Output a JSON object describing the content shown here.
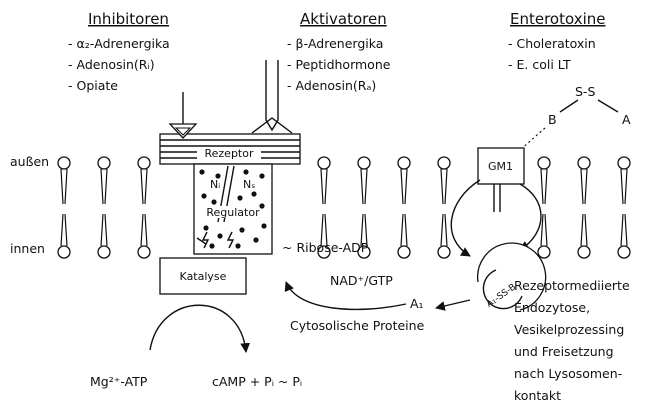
{
  "headers": {
    "inhibitors": "Inhibitoren",
    "activators": "Aktivatoren",
    "enterotoxins": "Enterotoxine"
  },
  "inhibitors": [
    "- α₂-Adrenergika",
    "- Adenosin(Rᵢ)",
    "- Opiate"
  ],
  "activators": [
    "- β-Adrenergika",
    "- Peptidhormone",
    "- Adenosin(Rₐ)"
  ],
  "enterotoxins": [
    "- Choleratoxin",
    "- E. coli LT"
  ],
  "toxin_structure": {
    "disulfide": "S-S",
    "chain_b": "B",
    "chain_a": "A"
  },
  "receptor_label": "Rezeptor",
  "regulator_label": "Regulator",
  "ni_label": "Nᵢ",
  "ns_label": "Nₛ",
  "catalysis_label": "Katalyse",
  "gm1_label": "GM1",
  "side_labels": {
    "outside": "außen",
    "inside": "innen"
  },
  "ribose_adp": "~ Ribose-ADP",
  "nad_gtp": "NAD⁺/GTP",
  "a1_label": "A₁",
  "cytosolic_proteins": "Cytosolische Proteine",
  "vesicle_label": "A₁-SS-B",
  "process_text": [
    "Rezeptormediierte",
    "Endozytose,",
    "Vesikelprozessing",
    "und Freisetzung",
    "nach Lysosomen-",
    "kontakt"
  ],
  "reaction": {
    "substrate": "Mg²⁺-ATP",
    "product": "cAMP + Pᵢ ~ Pᵢ"
  }
}
